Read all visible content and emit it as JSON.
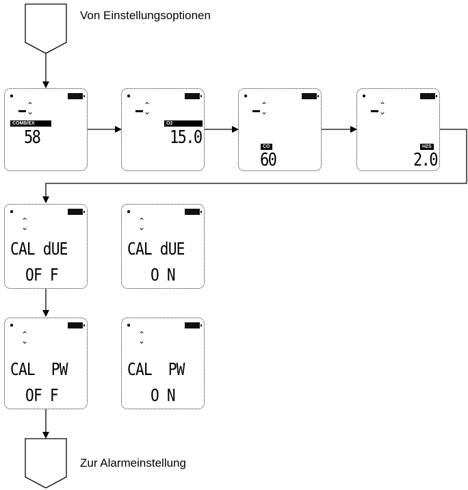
{
  "labels": {
    "from": "Von Einstellungsoptionen",
    "to": "Zur Alarmeinstellung"
  },
  "gas_screens": [
    {
      "gas": "COMB/EX",
      "value": "58"
    },
    {
      "gas": "O2",
      "value": "15.0"
    },
    {
      "gas": "CO",
      "value": "60"
    },
    {
      "gas": "H2S",
      "value": "2.0"
    }
  ],
  "option_screens": [
    {
      "line1": "CAL dUE",
      "line2": "OF F"
    },
    {
      "line1": "CAL dUE",
      "line2": "O N"
    },
    {
      "line1": "CAL  PW",
      "line2": "OF F"
    },
    {
      "line1": "CAL  PW",
      "line2": "O N"
    }
  ],
  "icons": {
    "bell": "bell-icon",
    "battery": "battery-icon",
    "updown": "up-down-arrows-icon"
  }
}
